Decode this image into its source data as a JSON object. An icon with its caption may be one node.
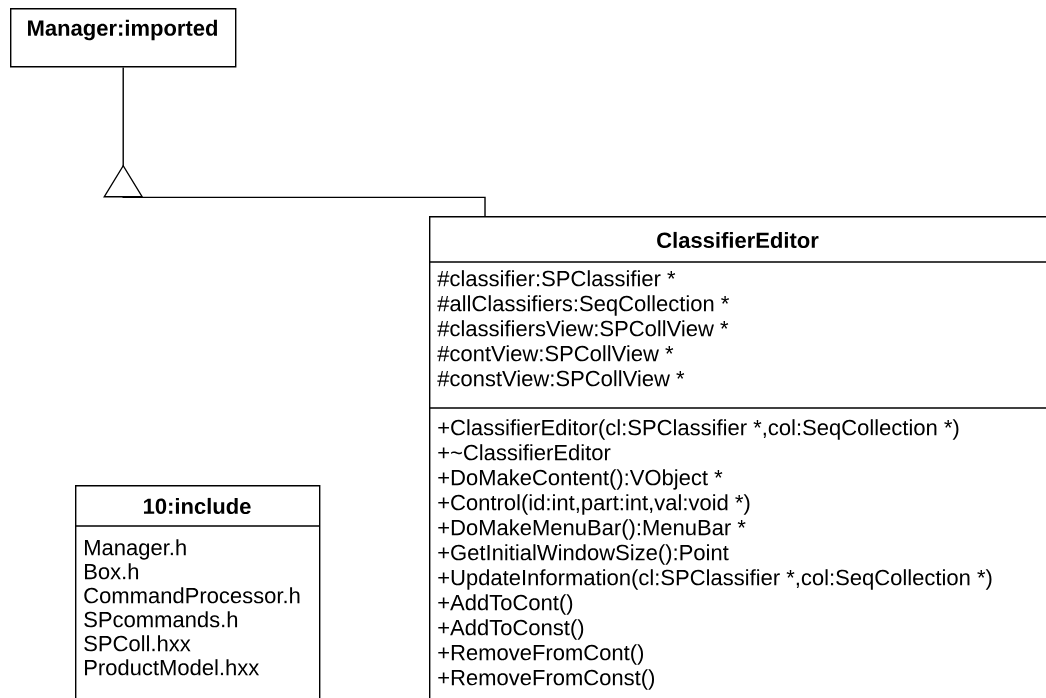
{
  "diagram": {
    "nodes": [
      {
        "text": [
          "Manager:imported"
        ]
      },
      {
        "text": [
          "ClassifierEditor",
          "#classifier:SPClassifier *",
          "#allClassifiers:SeqCollection *",
          "#classifiersView:SPCollView *",
          "#contView:SPCollView *",
          "#constView:SPCollView *",
          "+ClassifierEditor(cl:SPClassifier *,col:SeqCollection *)",
          "+~ClassifierEditor",
          "+DoMakeContent():VObject *",
          "+Control(id:int,part:int,val:void *)",
          "+DoMakeMenuBar():MenuBar *",
          "+GetInitialWindowSize():Point",
          "+UpdateInformation(cl:SPClassifier *,col:SeqCollection *)",
          "+AddToCont()",
          "+AddToConst()",
          "+RemoveFromCont()",
          "+RemoveFromConst()"
        ]
      },
      {
        "text": [
          "10:include",
          "Manager.h",
          "Box.h",
          "CommandProcessor.h",
          "SPcommands.h",
          "SPColl.hxx",
          "ProductModel.hxx"
        ]
      }
    ],
    "edges": [
      {
        "from": 1,
        "to": 0,
        "arrow": "to"
      }
    ]
  }
}
